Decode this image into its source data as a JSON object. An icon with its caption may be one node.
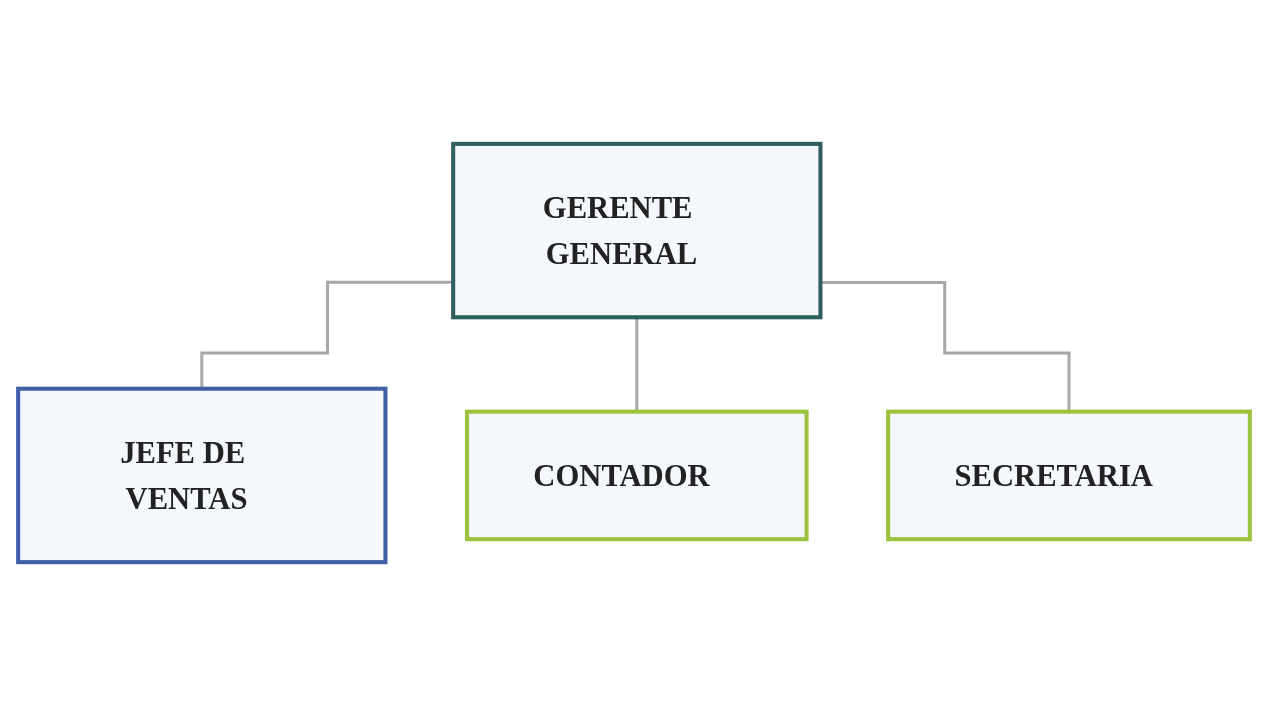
{
  "diagram": {
    "nodes": [
      {
        "text": [
          "GERENTE GENERAL"
        ]
      },
      {
        "text": [
          "JEFE DE VENTAS"
        ]
      },
      {
        "text": [
          "CONTADOR"
        ]
      },
      {
        "text": [
          "SECRETARIA"
        ]
      }
    ],
    "edges": [
      {
        "from": 0,
        "to": 1,
        "arrow": "none"
      },
      {
        "from": 0,
        "to": 2,
        "arrow": "none"
      },
      {
        "from": 0,
        "to": 3,
        "arrow": "none"
      }
    ]
  }
}
